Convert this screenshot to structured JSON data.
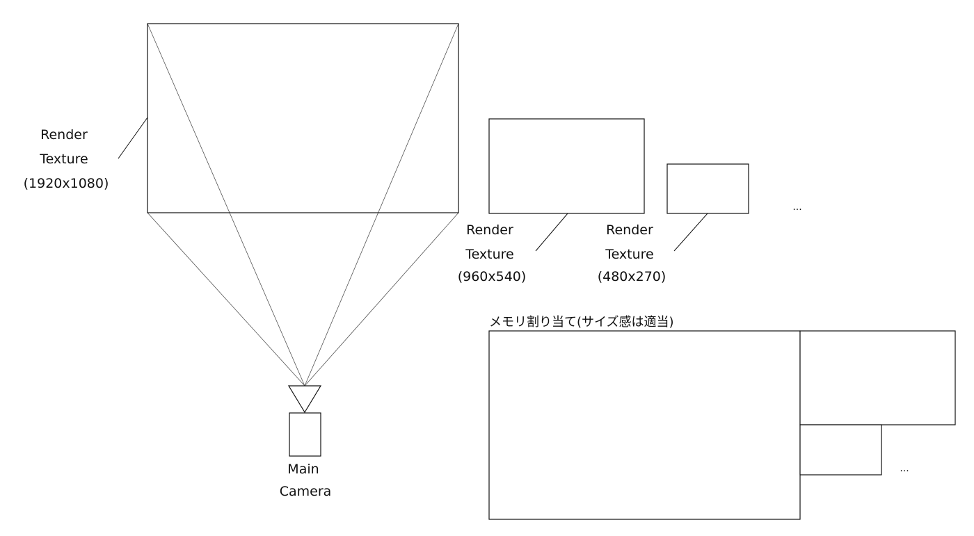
{
  "main_rt": {
    "line1": "Render",
    "line2": "Texture",
    "line3": "(1920x1080)"
  },
  "rt_960": {
    "line1": "Render",
    "line2": "Texture",
    "line3": "(960x540)"
  },
  "rt_480": {
    "line1": "Render",
    "line2": "Texture",
    "line3": "(480x270)"
  },
  "more_rt": "...",
  "camera": {
    "line1": "Main",
    "line2": "Camera"
  },
  "memory": {
    "title": "メモリ割り当て(サイズ感は適当)",
    "more": "..."
  },
  "colors": {
    "line": "#111111",
    "thin_line": "#555555",
    "background": "#ffffff"
  }
}
